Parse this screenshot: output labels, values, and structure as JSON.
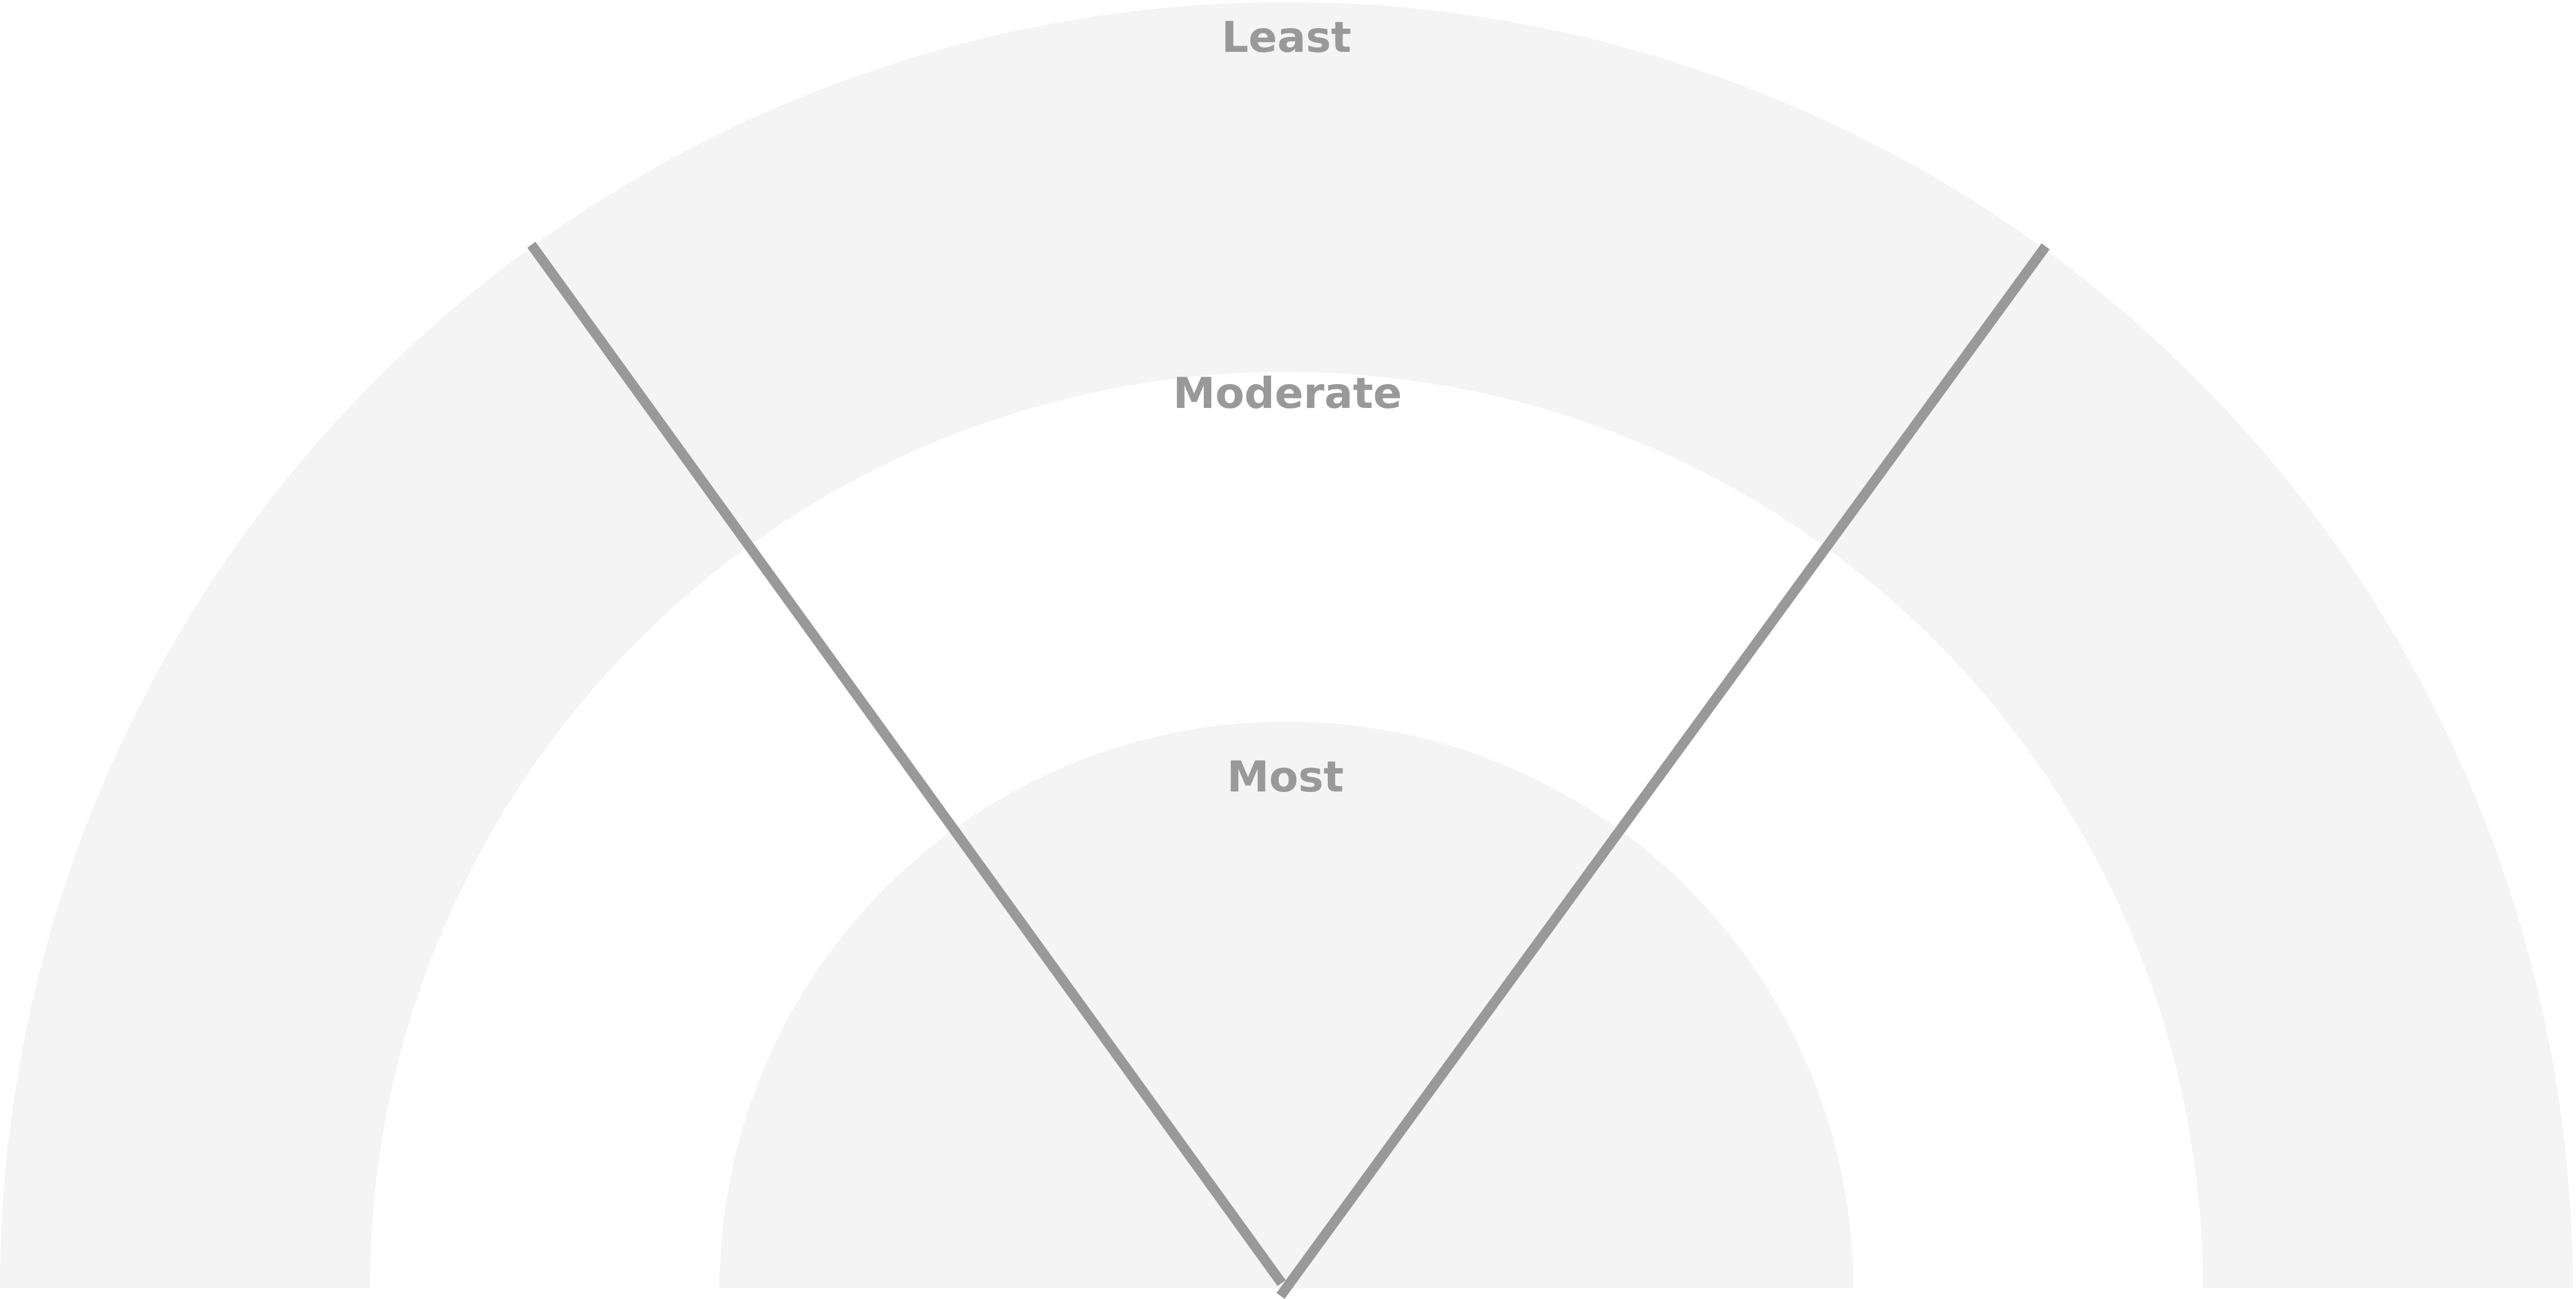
{
  "colors": {
    "background": "#ffffff",
    "ring_fill": "#f4f4f4",
    "divider": "#999999",
    "label": "#999999"
  },
  "rings": [
    {
      "id": "least",
      "label": "Least",
      "filled": true
    },
    {
      "id": "moderate",
      "label": "Moderate",
      "filled": false
    },
    {
      "id": "most",
      "label": "Most",
      "filled": true
    }
  ]
}
